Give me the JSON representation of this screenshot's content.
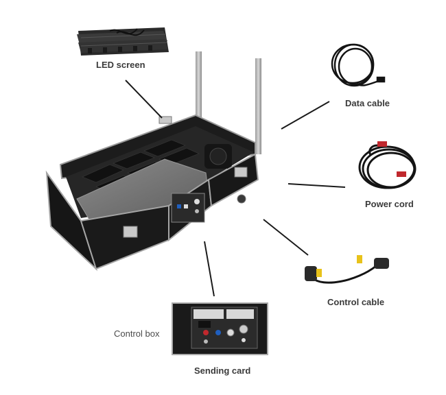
{
  "labels": {
    "led_screen": "LED screen",
    "data_cable": "Data cable",
    "power_cord": "Power cord",
    "control_cable": "Control cable",
    "control_box": "Control box",
    "sending_card": "Sending card"
  },
  "colors": {
    "case_black": "#1a1a1a",
    "case_edge": "#9a9a9a",
    "panel_gray": "#7a7a7a",
    "cable_black": "#141414",
    "cable_red": "#c0282d",
    "cable_yellow": "#e8c21a",
    "leader_line": "#1a1a1a"
  }
}
